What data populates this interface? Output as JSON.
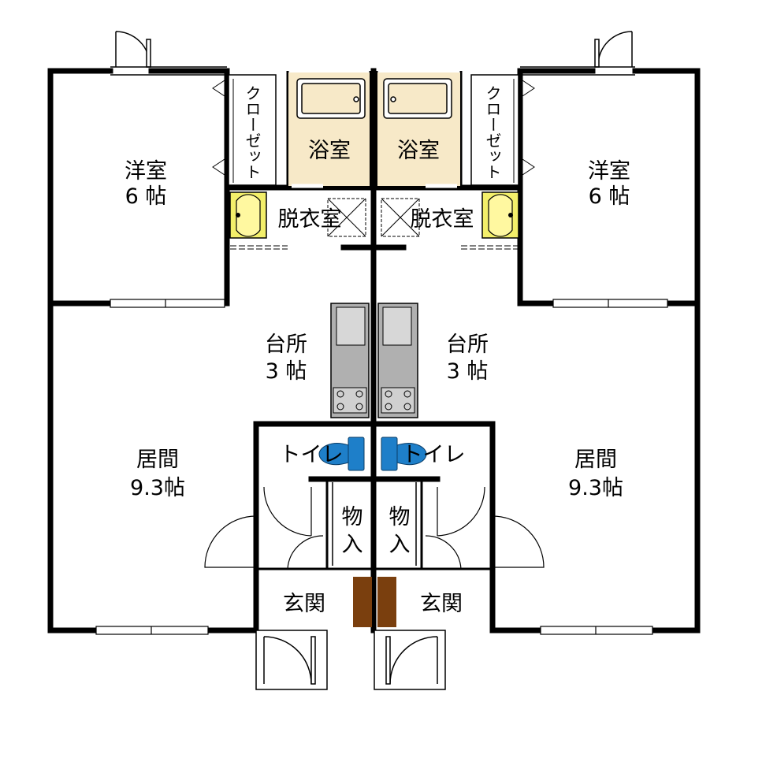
{
  "rooms": {
    "left": {
      "western_name": "洋室",
      "western_size": "6 帖",
      "closet": "クローゼット",
      "bath": "浴室",
      "dressing": "脱衣室",
      "kitchen_name": "台所",
      "kitchen_size": "3 帖",
      "living_name": "居間",
      "living_size": "9.3帖",
      "toilet": "トイレ",
      "storage_1": "物",
      "storage_2": "入",
      "entrance": "玄関"
    },
    "right": {
      "western_name": "洋室",
      "western_size": "6 帖",
      "closet": "クローゼット",
      "bath": "浴室",
      "dressing": "脱衣室",
      "kitchen_name": "台所",
      "kitchen_size": "3 帖",
      "living_name": "居間",
      "living_size": "9.3帖",
      "toilet": "トイレ",
      "storage_1": "物",
      "storage_2": "入",
      "entrance": "玄関"
    }
  },
  "colors": {
    "wall": "#000000",
    "bath_fill": "#f7e9c8",
    "washbasin_fill": "#f3ef6a",
    "toilet_fill": "#1e7fc9",
    "kitchen_fill": "#b0b0b0",
    "floor_step": "#7a3f0e"
  },
  "icons": [
    "door-swing-icon",
    "bathtub-icon",
    "washbasin-icon",
    "toilet-icon",
    "sink-icon",
    "stove-icon",
    "window-icon",
    "shower-floor-icon"
  ]
}
